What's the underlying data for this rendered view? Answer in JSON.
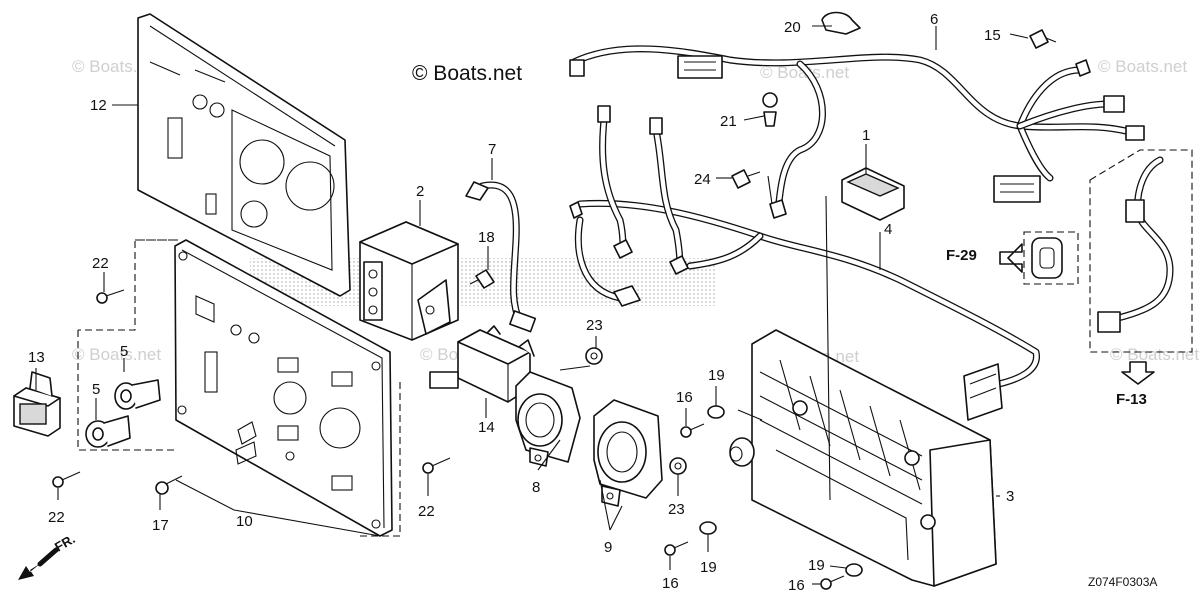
{
  "diagram": {
    "copyright": "© Boats.net",
    "watermark": "© Boats.net",
    "drawing_code": "Z074F0303A",
    "front_label": "FR.",
    "refs": {
      "f29": "F-29",
      "f13": "F-13"
    },
    "callouts": {
      "c1": "1",
      "c2": "2",
      "c3": "3",
      "c4": "4",
      "c5a": "5",
      "c5b": "5",
      "c6": "6",
      "c7": "7",
      "c8": "8",
      "c9": "9",
      "c10": "10",
      "c12": "12",
      "c13": "13",
      "c14": "14",
      "c15": "15",
      "c16a": "16",
      "c16b": "16",
      "c16c": "16",
      "c17": "17",
      "c18": "18",
      "c19a": "19",
      "c19b": "19",
      "c19c": "19",
      "c20": "20",
      "c21": "21",
      "c22a": "22",
      "c22b": "22",
      "c22c": "22",
      "c23a": "23",
      "c23b": "23",
      "c24": "24"
    }
  }
}
